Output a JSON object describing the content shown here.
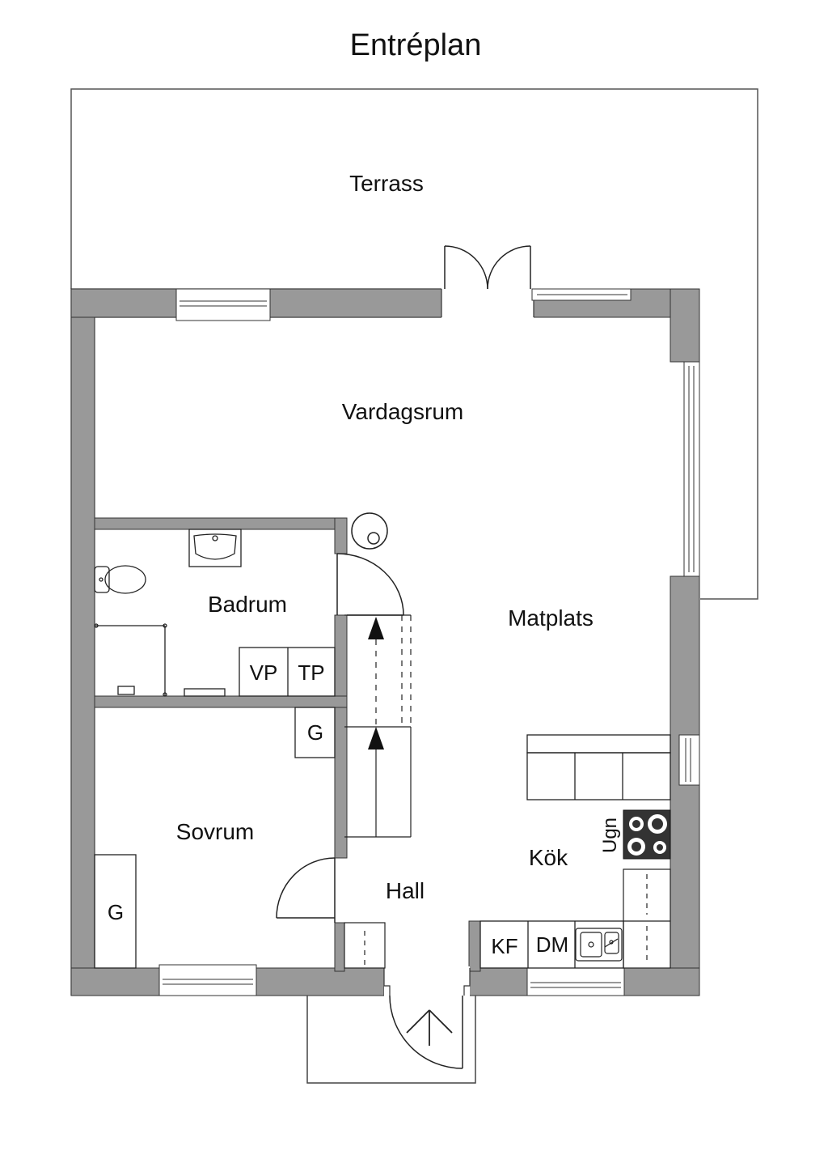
{
  "title": "Entréplan",
  "rooms": {
    "terrass": "Terrass",
    "vardagsrum": "Vardagsrum",
    "badrum": "Badrum",
    "matplats": "Matplats",
    "sovrum": "Sovrum",
    "hall": "Hall",
    "kok": "Kök"
  },
  "fixtures": {
    "vp": "VP",
    "tp": "TP",
    "g_hall": "G",
    "g_sovrum": "G",
    "kf": "KF",
    "dm": "DM",
    "ugn": "Ugn"
  },
  "colors": {
    "wall": "#999999",
    "line": "#222222",
    "background": "#ffffff"
  }
}
